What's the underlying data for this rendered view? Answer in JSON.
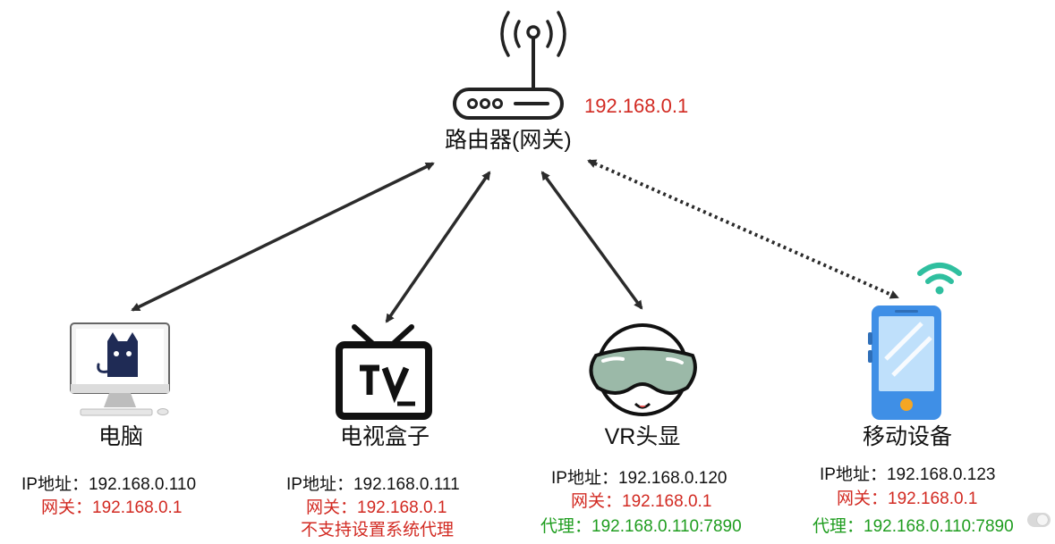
{
  "router": {
    "label": "路由器(网关)",
    "ip": "192.168.0.1"
  },
  "devices": [
    {
      "name": "电脑",
      "ip_label": "IP地址：",
      "ip": "192.168.0.110",
      "gateway_label": "网关：",
      "gateway": "192.168.0.1"
    },
    {
      "name": "电视盒子",
      "ip_label": "IP地址：",
      "ip": "192.168.0.111",
      "gateway_label": "网关：",
      "gateway": "192.168.0.1",
      "note": "不支持设置系统代理"
    },
    {
      "name": "VR头显",
      "ip_label": "IP地址：",
      "ip": "192.168.0.120",
      "gateway_label": "网关：",
      "gateway": "192.168.0.1",
      "proxy_label": "代理：",
      "proxy": "192.168.0.110:7890"
    },
    {
      "name": "移动设备",
      "ip_label": "IP地址：",
      "ip": "192.168.0.123",
      "gateway_label": "网关：",
      "gateway": "192.168.0.1",
      "proxy_label": "代理：",
      "proxy": "192.168.0.110:7890"
    }
  ],
  "connections": [
    {
      "from": "router",
      "to": "电脑",
      "style": "solid"
    },
    {
      "from": "router",
      "to": "电视盒子",
      "style": "solid"
    },
    {
      "from": "router",
      "to": "VR头显",
      "style": "solid"
    },
    {
      "from": "router",
      "to": "移动设备",
      "style": "dotted",
      "wireless": true
    }
  ],
  "colors": {
    "gateway": "#d22a22",
    "proxy": "#1f9d1f",
    "arrow": "#2b2b2b",
    "phone": "#3f8fe6",
    "wifi": "#2fbf9f",
    "cat_screen": "#1f2b55"
  }
}
